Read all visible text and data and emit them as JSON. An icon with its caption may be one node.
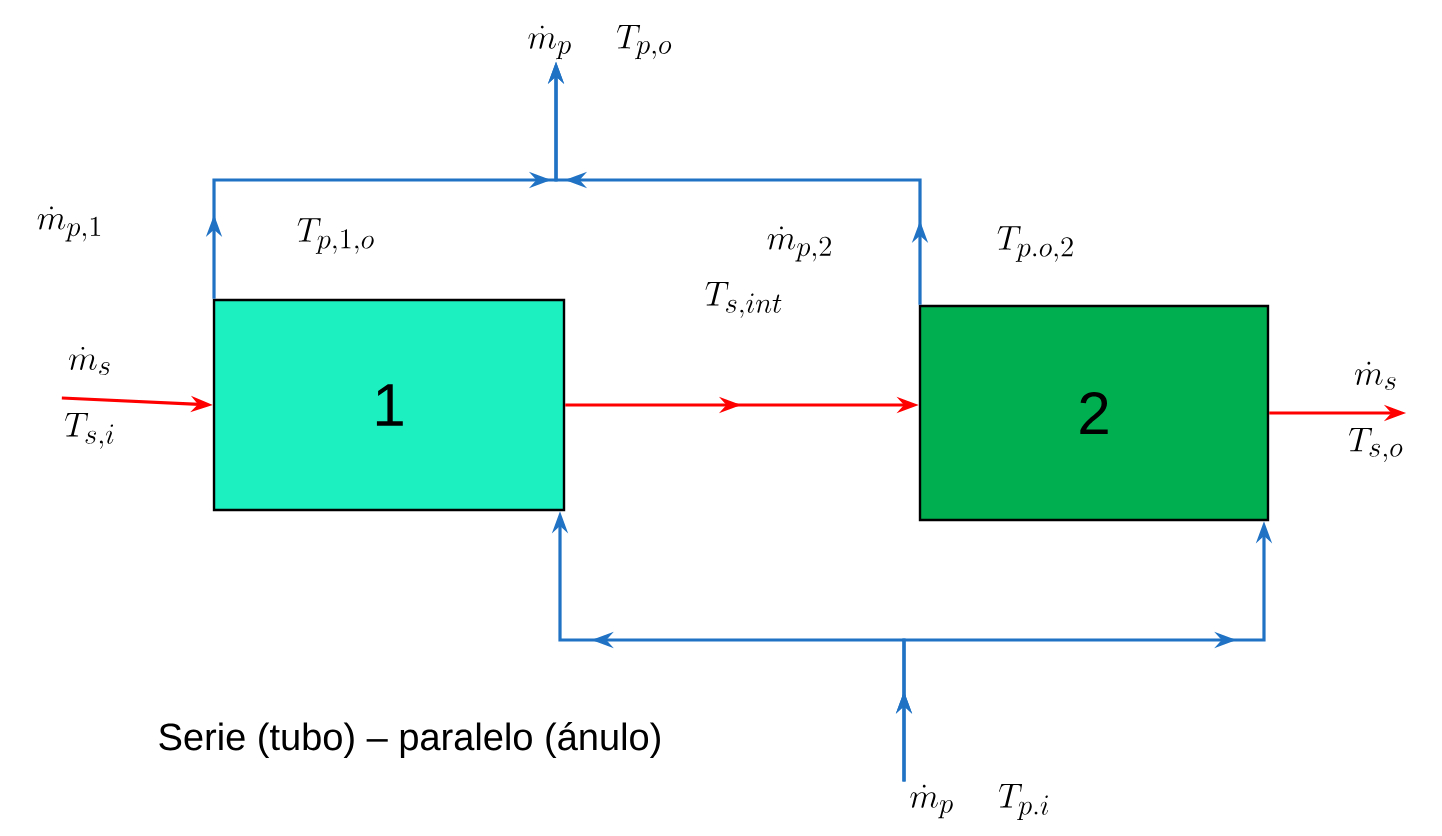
{
  "diagram": {
    "nodes": [
      {
        "text": [
          "1"
        ]
      },
      {
        "text": [
          "2"
        ]
      },
      {
        "text": [
          "\\dot{m}_{s}",
          "T_{s,i}"
        ]
      },
      {
        "text": [
          "\\dot{m}_{s}",
          "T_{s,o}"
        ]
      },
      {
        "text": [
          "\\dot{m}_{p}",
          "T_{p,o}"
        ]
      },
      {
        "text": [
          "\\dot{m}_{p}",
          "T_{p.i}"
        ]
      }
    ],
    "edges": [
      {
        "from": 2,
        "to": 0,
        "arrow": "to",
        "color": "#ff0000"
      },
      {
        "from": 0,
        "to": 1,
        "arrow": "to",
        "color": "#ff0000"
      },
      {
        "from": 1,
        "to": 3,
        "arrow": "to",
        "color": "#ff0000"
      },
      {
        "from": 5,
        "to": 0,
        "arrow": "to"
      },
      {
        "from": 5,
        "to": 1,
        "arrow": "to"
      },
      {
        "from": 0,
        "to": 4,
        "arrow": "to"
      },
      {
        "from": 1,
        "to": 4,
        "arrow": "to"
      }
    ],
    "labels": [
      "\\dot{m}_{p,1}",
      "T_{p,1,o}",
      "\\dot{m}_{p,2}",
      "T_{p.o,2}",
      "T_{s,int}",
      "Serie (tubo) – paralelo (ánulo)"
    ]
  }
}
